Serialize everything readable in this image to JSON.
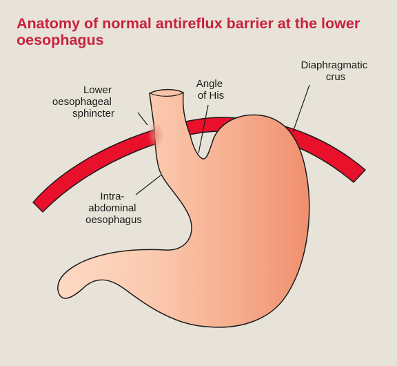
{
  "title": {
    "line1": "Anatomy of normal antireflux barrier at the lower",
    "line2": "oesophagus"
  },
  "labels": {
    "les": [
      "Lower",
      "oesophageal",
      "sphincter"
    ],
    "angle_of_his": [
      "Angle",
      "of  His"
    ],
    "crus": [
      "Diaphragmatic",
      "crus"
    ],
    "intra_abdominal": [
      "Intra-",
      "abdominal",
      "oesophagus"
    ]
  },
  "colors": {
    "background": "#e8e3d8",
    "title": "#c8213f",
    "crus_fill": "#e8102a",
    "stomach_light": "#fbd2b8",
    "stomach_dark": "#f29c7c",
    "outline": "#1a1a1a"
  }
}
